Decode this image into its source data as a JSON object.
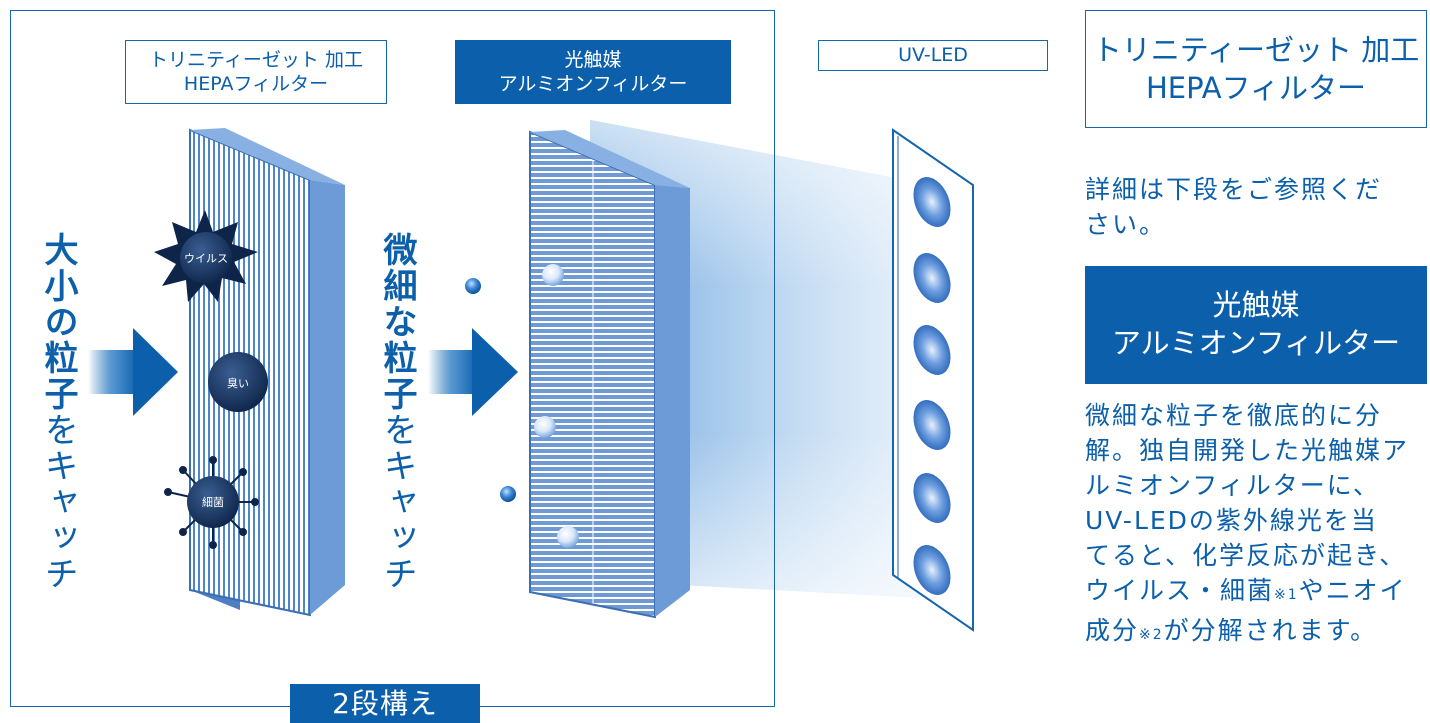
{
  "diagram": {
    "hepa_label": [
      "トリニティーゼット 加工",
      "HEPAフィルター"
    ],
    "photocat_label": [
      "光触媒",
      "アルミオンフィルター"
    ],
    "uvled_label": "UV-LED",
    "left_catch": {
      "strong": "大小の粒子",
      "rest": "をキャッチ"
    },
    "mid_catch": {
      "strong": "微細な粒子",
      "rest": "をキャッチ"
    },
    "virus": "ウイルス",
    "odor": "臭い",
    "bacteria": "細菌",
    "stage_tab": "2段構え"
  },
  "sidebar": {
    "hepa_title": [
      "トリニティーゼット 加工",
      "HEPAフィルター"
    ],
    "hepa_note": [
      "詳細は下段をご参照くだ",
      "さい。"
    ],
    "photocat_title": [
      "光触媒",
      "アルミオンフィルター"
    ],
    "photocat_desc": [
      "微細な粒子を徹底的に分",
      "解。独自開発した光触媒ア",
      "ルミオンフィルターに、",
      "UV-LEDの紫外線光を当",
      "てると、化学反応が起き、"
    ],
    "line6_a": "ウイルス・細菌",
    "note1": "※1",
    "line6_b": "やニオイ",
    "line7_a": "成分",
    "note2": "※2",
    "line7_b": "が分解されます。"
  },
  "colors": {
    "primary": "#0b5fab",
    "filter": "#5b8fd0",
    "beam": "#8fb8e6"
  }
}
